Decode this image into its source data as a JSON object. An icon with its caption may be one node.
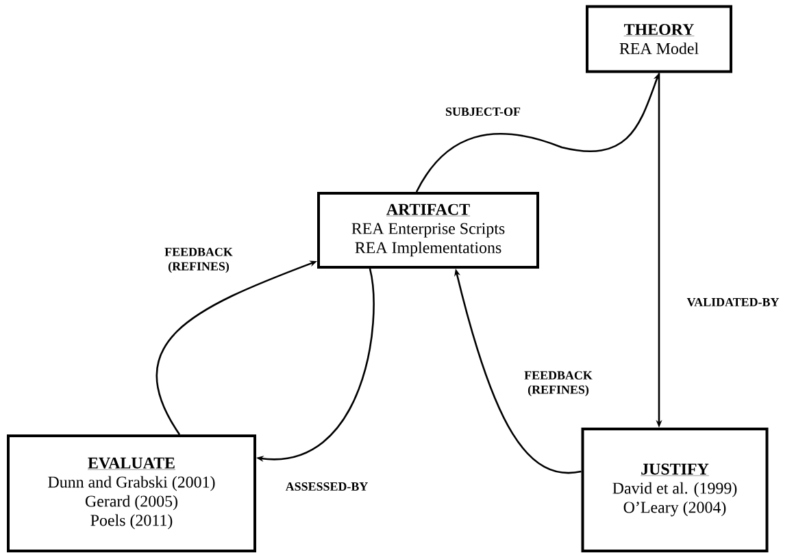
{
  "diagram": {
    "nodes": [
      {
        "text": [
          "THEORY",
          "REA Model"
        ]
      },
      {
        "text": [
          "ARTIFACT",
          "REA Enterprise Scripts",
          "REA Implementations"
        ]
      },
      {
        "text": [
          "EVALUATE",
          "Dunn and Grabski (2001)",
          "Gerard (2005)",
          "Poels (2011)"
        ]
      },
      {
        "text": [
          "JUSTIFY",
          "David et al. (1999)",
          "O’Leary (2004)"
        ]
      }
    ],
    "edges": [
      {
        "from": 1,
        "to": 0,
        "arrow": "to",
        "label": "SUBJECT-OF"
      },
      {
        "from": 0,
        "to": 3,
        "arrow": "to",
        "label": "VALIDATED-BY"
      },
      {
        "from": 3,
        "to": 1,
        "arrow": "to",
        "label": "FEEDBACK (REFINES)"
      },
      {
        "from": 1,
        "to": 2,
        "arrow": "to",
        "label": "ASSESSED-BY"
      },
      {
        "from": 2,
        "to": 1,
        "arrow": "to",
        "label": "FEEDBACK (REFINES)"
      }
    ]
  }
}
